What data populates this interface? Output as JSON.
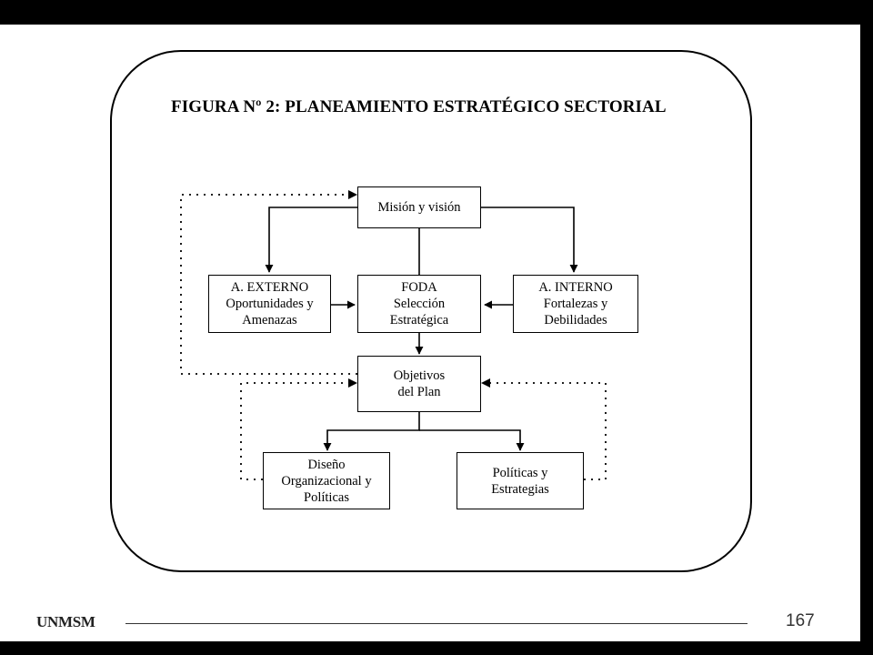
{
  "figure": {
    "title": "FIGURA Nº 2: PLANEAMIENTO ESTRATÉGICO SECTORIAL"
  },
  "nodes": {
    "mision": {
      "lines": [
        "Misión y visión"
      ]
    },
    "externo": {
      "lines": [
        "A. EXTERNO",
        "Oportunidades y",
        "Amenazas"
      ]
    },
    "foda": {
      "lines": [
        "FODA",
        "Selección",
        "Estratégica"
      ]
    },
    "interno": {
      "lines": [
        "A. INTERNO",
        "Fortalezas y",
        "Debilidades"
      ]
    },
    "objetivos": {
      "lines": [
        "Objetivos",
        "del Plan"
      ]
    },
    "diseno": {
      "lines": [
        "Diseño",
        "Organizacional y",
        "Políticas"
      ]
    },
    "politicas": {
      "lines": [
        "Políticas y",
        "Estrategias"
      ]
    }
  },
  "footer": {
    "left": "UNMSM",
    "page_number": "167"
  }
}
